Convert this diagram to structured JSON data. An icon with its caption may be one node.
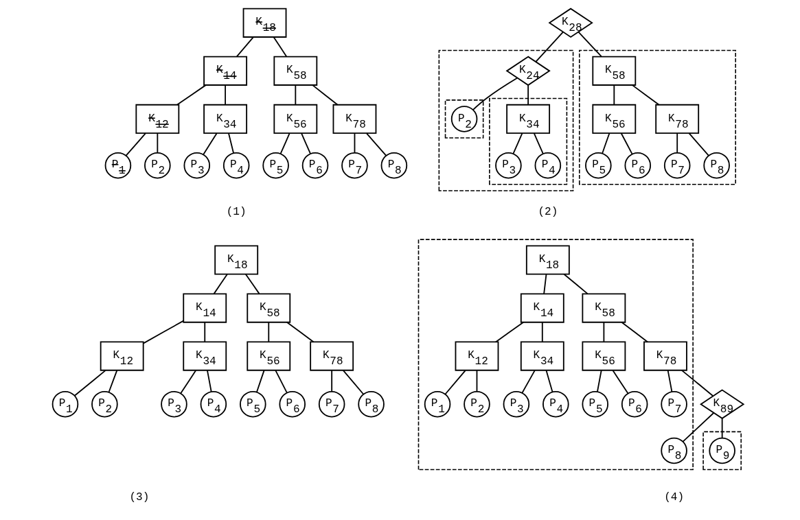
{
  "diagram": {
    "nodes": [
      {
        "text": [
          "K$_{18}$"
        ]
      },
      {
        "text": [
          "K$_{14}$"
        ]
      },
      {
        "text": [
          "K$_{58}$"
        ]
      },
      {
        "text": [
          "K$_{12}$"
        ]
      },
      {
        "text": [
          "K$_{34}$"
        ]
      },
      {
        "text": [
          "K$_{56}$"
        ]
      },
      {
        "text": [
          "K$_{78}$"
        ]
      },
      {
        "text": [
          "P$_{1}$"
        ]
      },
      {
        "text": [
          "P$_{2}$"
        ]
      },
      {
        "text": [
          "P$_{3}$"
        ]
      },
      {
        "text": [
          "P$_{4}$"
        ]
      },
      {
        "text": [
          "P$_{5}$"
        ]
      },
      {
        "text": [
          "P$_{6}$"
        ]
      },
      {
        "text": [
          "P$_{7}$"
        ]
      },
      {
        "text": [
          "P$_{8}$"
        ]
      },
      {
        "text": [
          "K$_{28}$"
        ]
      },
      {
        "text": [],
        "shape": "box"
      },
      {
        "text": [
          "K$_{24}$"
        ],
        "in": 16
      },
      {
        "text": [],
        "shape": "box"
      },
      {
        "text": [
          "K$_{58}$"
        ],
        "in": 18
      },
      {
        "text": [],
        "shape": "box",
        "in": 16
      },
      {
        "text": [
          "K$_{34}$"
        ],
        "in": 20
      },
      {
        "text": [
          "K$_{56}$"
        ],
        "in": 18
      },
      {
        "text": [
          "K$_{78}$"
        ],
        "in": 18
      },
      {
        "text": [],
        "shape": "box",
        "in": 16
      },
      {
        "text": [
          "P$_{2}$"
        ],
        "in": 24
      },
      {
        "text": [
          "P$_{3}$"
        ],
        "in": 20
      },
      {
        "text": [
          "P$_{4}$"
        ],
        "in": 20
      },
      {
        "text": [
          "P$_{5}$"
        ],
        "in": 18
      },
      {
        "text": [
          "P$_{6}$"
        ],
        "in": 18
      },
      {
        "text": [
          "P$_{7}$"
        ],
        "in": 18
      },
      {
        "text": [
          "P$_{8}$"
        ],
        "in": 18
      },
      {
        "text": [
          "K$_{18}$"
        ]
      },
      {
        "text": [
          "K$_{14}$"
        ]
      },
      {
        "text": [
          "K$_{58}$"
        ]
      },
      {
        "text": [
          "K$_{12}$"
        ]
      },
      {
        "text": [
          "K$_{34}$"
        ]
      },
      {
        "text": [
          "K$_{56}$"
        ]
      },
      {
        "text": [
          "K$_{78}$"
        ]
      },
      {
        "text": [
          "P$_{1}$"
        ]
      },
      {
        "text": [
          "P$_{2}$"
        ]
      },
      {
        "text": [
          "P$_{3}$"
        ]
      },
      {
        "text": [
          "P$_{4}$"
        ]
      },
      {
        "text": [
          "P$_{5}$"
        ]
      },
      {
        "text": [
          "P$_{6}$"
        ]
      },
      {
        "text": [
          "P$_{7}$"
        ]
      },
      {
        "text": [
          "P$_{8}$"
        ]
      },
      {
        "text": [],
        "shape": "box"
      },
      {
        "text": [
          "K$_{18}$"
        ],
        "in": 47
      },
      {
        "text": [
          "K$_{14}$"
        ],
        "in": 47
      },
      {
        "text": [
          "K$_{58}$"
        ],
        "in": 47
      },
      {
        "text": [
          "K$_{12}$"
        ],
        "in": 47
      },
      {
        "text": [
          "K$_{34}$"
        ],
        "in": 47
      },
      {
        "text": [
          "K$_{56}$"
        ],
        "in": 47
      },
      {
        "text": [
          "K$_{78}$"
        ],
        "in": 47
      },
      {
        "text": [
          "P$_{1}$"
        ],
        "in": 47
      },
      {
        "text": [
          "P$_{2}$"
        ],
        "in": 47
      },
      {
        "text": [
          "P$_{3}$"
        ],
        "in": 47
      },
      {
        "text": [
          "P$_{4}$"
        ],
        "in": 47
      },
      {
        "text": [
          "P$_{5}$"
        ],
        "in": 47
      },
      {
        "text": [
          "P$_{6}$"
        ],
        "in": 47
      },
      {
        "text": [
          "P$_{7}$"
        ],
        "in": 47
      },
      {
        "text": [
          "K$_{89}$"
        ]
      },
      {
        "text": [
          "P$_{8}$"
        ],
        "in": 47
      },
      {
        "text": [],
        "shape": "box"
      },
      {
        "text": [
          "P$_{9}$"
        ],
        "in": 64
      }
    ],
    "edges": [
      {
        "from": 0,
        "to": 1,
        "arrow": "none"
      },
      {
        "from": 0,
        "to": 2,
        "arrow": "none"
      },
      {
        "from": 1,
        "to": 3,
        "arrow": "none"
      },
      {
        "from": 1,
        "to": 4,
        "arrow": "none"
      },
      {
        "from": 2,
        "to": 5,
        "arrow": "none"
      },
      {
        "from": 2,
        "to": 6,
        "arrow": "none"
      },
      {
        "from": 3,
        "to": 7,
        "arrow": "none"
      },
      {
        "from": 3,
        "to": 8,
        "arrow": "none"
      },
      {
        "from": 4,
        "to": 9,
        "arrow": "none"
      },
      {
        "from": 4,
        "to": 10,
        "arrow": "none"
      },
      {
        "from": 5,
        "to": 11,
        "arrow": "none"
      },
      {
        "from": 5,
        "to": 12,
        "arrow": "none"
      },
      {
        "from": 6,
        "to": 13,
        "arrow": "none"
      },
      {
        "from": 6,
        "to": 14,
        "arrow": "none"
      },
      {
        "from": 15,
        "to": 17,
        "arrow": "none"
      },
      {
        "from": 15,
        "to": 19,
        "arrow": "none"
      },
      {
        "from": 17,
        "to": 25,
        "arrow": "none"
      },
      {
        "from": 17,
        "to": 21,
        "arrow": "none"
      },
      {
        "from": 21,
        "to": 26,
        "arrow": "none"
      },
      {
        "from": 21,
        "to": 27,
        "arrow": "none"
      },
      {
        "from": 19,
        "to": 22,
        "arrow": "none"
      },
      {
        "from": 19,
        "to": 23,
        "arrow": "none"
      },
      {
        "from": 22,
        "to": 28,
        "arrow": "none"
      },
      {
        "from": 22,
        "to": 29,
        "arrow": "none"
      },
      {
        "from": 23,
        "to": 30,
        "arrow": "none"
      },
      {
        "from": 23,
        "to": 31,
        "arrow": "none"
      },
      {
        "from": 32,
        "to": 33,
        "arrow": "none"
      },
      {
        "from": 32,
        "to": 34,
        "arrow": "none"
      },
      {
        "from": 33,
        "to": 35,
        "arrow": "none"
      },
      {
        "from": 33,
        "to": 36,
        "arrow": "none"
      },
      {
        "from": 34,
        "to": 37,
        "arrow": "none"
      },
      {
        "from": 34,
        "to": 38,
        "arrow": "none"
      },
      {
        "from": 35,
        "to": 39,
        "arrow": "none"
      },
      {
        "from": 35,
        "to": 40,
        "arrow": "none"
      },
      {
        "from": 36,
        "to": 41,
        "arrow": "none"
      },
      {
        "from": 36,
        "to": 42,
        "arrow": "none"
      },
      {
        "from": 37,
        "to": 43,
        "arrow": "none"
      },
      {
        "from": 37,
        "to": 44,
        "arrow": "none"
      },
      {
        "from": 38,
        "to": 45,
        "arrow": "none"
      },
      {
        "from": 38,
        "to": 46,
        "arrow": "none"
      },
      {
        "from": 48,
        "to": 49,
        "arrow": "none"
      },
      {
        "from": 48,
        "to": 50,
        "arrow": "none"
      },
      {
        "from": 49,
        "to": 51,
        "arrow": "none"
      },
      {
        "from": 49,
        "to": 52,
        "arrow": "none"
      },
      {
        "from": 50,
        "to": 53,
        "arrow": "none"
      },
      {
        "from": 50,
        "to": 54,
        "arrow": "none"
      },
      {
        "from": 51,
        "to": 55,
        "arrow": "none"
      },
      {
        "from": 51,
        "to": 56,
        "arrow": "none"
      },
      {
        "from": 52,
        "to": 57,
        "arrow": "none"
      },
      {
        "from": 52,
        "to": 58,
        "arrow": "none"
      },
      {
        "from": 53,
        "to": 59,
        "arrow": "none"
      },
      {
        "from": 53,
        "to": 60,
        "arrow": "none"
      },
      {
        "from": 54,
        "to": 61,
        "arrow": "none"
      },
      {
        "from": 54,
        "to": 62,
        "arrow": "none"
      },
      {
        "from": 62,
        "to": 63,
        "arrow": "none"
      },
      {
        "from": 62,
        "to": 65,
        "arrow": "none"
      }
    ],
    "labels": [
      "(1)",
      "(2)",
      "(3)",
      "(4)"
    ]
  }
}
